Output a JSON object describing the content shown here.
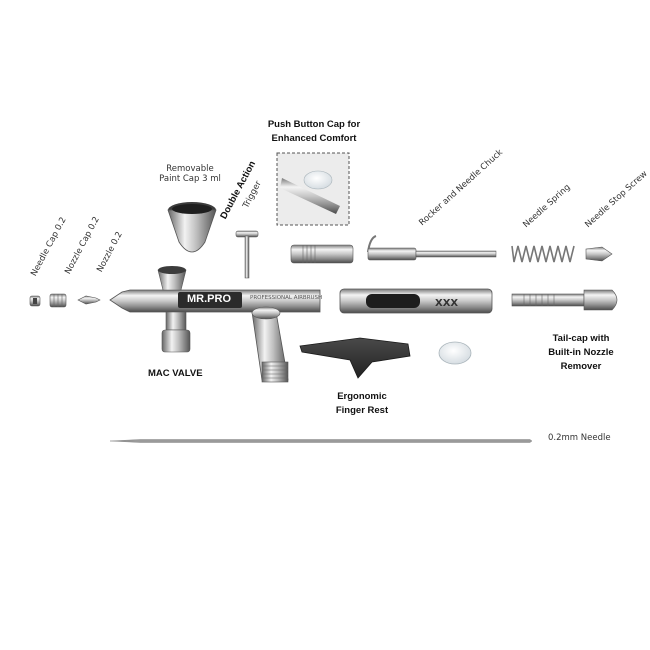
{
  "labels": {
    "needle_cap": "Needle Cap 0.2",
    "nozzle_cap": "Nozzle Cap 0.2",
    "nozzle": "Nozzle 0.2",
    "paint_cap_line1": "Removable",
    "paint_cap_line2": "Paint Cap 3 ml",
    "double_action": "Double Action",
    "trigger": "Trigger",
    "push_button_line1": "Push Button Cap for",
    "push_button_line2": "Enhanced Comfort",
    "rocker": "Rocker and Needle Chuck",
    "needle_spring": "Needle Spring",
    "needle_stop": "Needle Stop Screw",
    "mac_valve": "MAC VALVE",
    "finger_rest_line1": "Ergonomic",
    "finger_rest_line2": "Finger Rest",
    "tailcap_line1": "Tail-cap with",
    "tailcap_line2": "Built-in Nozzle",
    "tailcap_line3": "Remover",
    "needle": "0.2mm Needle",
    "brand": "MR.PRO",
    "body_text": "PROFESSIONAL AIRBRUSH"
  },
  "colors": {
    "chrome_light": "#f2f2f2",
    "chrome_mid": "#b9b9b9",
    "chrome_dark": "#5a5a5a",
    "finger_rest": "#3a3a3a",
    "brand_plate": "#2b2b2b"
  }
}
